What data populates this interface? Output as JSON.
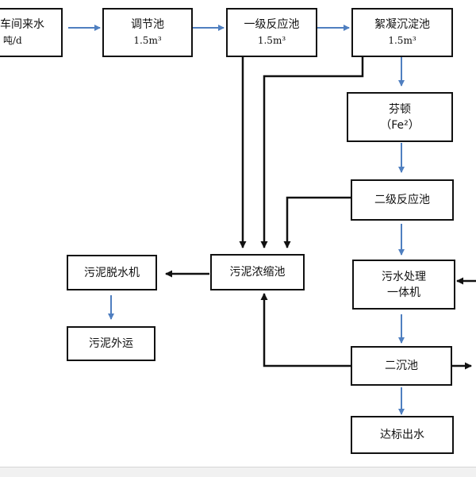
{
  "diagram": {
    "nodes": {
      "inflow": {
        "line1": "车间来水",
        "line2": "吨/d"
      },
      "equalization_tank": {
        "title": "调节池",
        "volume": "1.5m³"
      },
      "primary_reaction_tank": {
        "title": "一级反应池",
        "volume": "1.5m³"
      },
      "flocculation_settling_tank": {
        "title": "絮凝沉淀池",
        "volume": "1.5m³"
      },
      "fenton": {
        "title": "芬顿",
        "subtitle": "（Fe²）"
      },
      "secondary_reaction_tank": {
        "title": "二级反应池"
      },
      "integrated_treatment_unit": {
        "line1": "污水处理",
        "line2": "一体机"
      },
      "secondary_settling_tank": {
        "title": "二沉池"
      },
      "effluent": {
        "title": "达标出水"
      },
      "sludge_thickener": {
        "title": "污泥浓缩池"
      },
      "sludge_dewatering_machine": {
        "title": "污泥脱水机"
      },
      "sludge_outbound": {
        "title": "污泥外运"
      }
    },
    "colors": {
      "main_flow_arrow": "#4f7fc0",
      "sludge_flow_arrow": "#111111",
      "box_border": "#111111"
    }
  }
}
